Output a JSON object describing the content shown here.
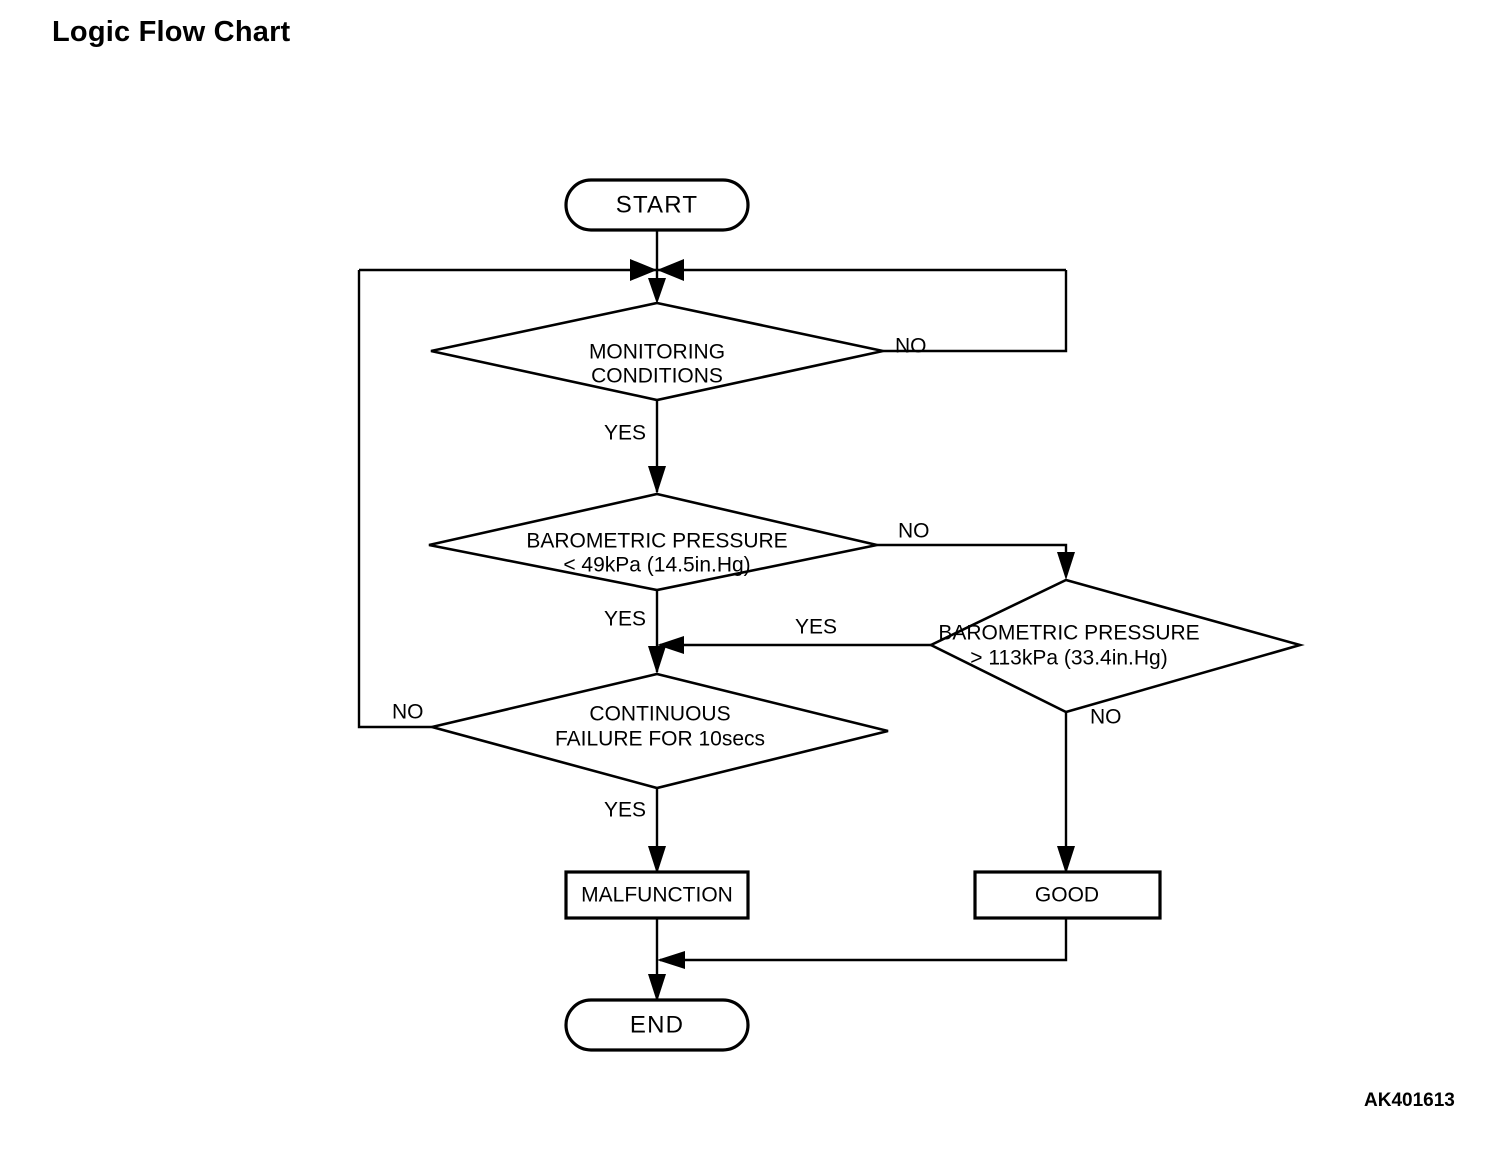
{
  "page": {
    "title": "Logic Flow Chart",
    "figure_code": "AK401613",
    "background_color": "#ffffff",
    "line_color": "#000000"
  },
  "chart_data": {
    "type": "diagram",
    "diagram_kind": "flowchart",
    "title": "Logic Flow Chart",
    "nodes": [
      {
        "id": "start",
        "shape": "terminator",
        "text": "START"
      },
      {
        "id": "monitoring",
        "shape": "decision",
        "line1": "MONITORING",
        "line2": "CONDITIONS"
      },
      {
        "id": "baro_low",
        "shape": "decision",
        "line1": "BAROMETRIC PRESSURE",
        "line2": "< 49kPa (14.5in.Hg)"
      },
      {
        "id": "baro_high",
        "shape": "decision",
        "line1": "BAROMETRIC PRESSURE",
        "line2": "> 113kPa (33.4in.Hg)"
      },
      {
        "id": "cont_failure",
        "shape": "decision",
        "line1": "CONTINUOUS",
        "line2": "FAILURE FOR 10secs"
      },
      {
        "id": "malfunction",
        "shape": "process",
        "text": "MALFUNCTION"
      },
      {
        "id": "good",
        "shape": "process",
        "text": "GOOD"
      },
      {
        "id": "end",
        "shape": "terminator",
        "text": "END"
      }
    ],
    "edges": [
      {
        "from": "start",
        "to": "monitoring",
        "label": ""
      },
      {
        "from": "monitoring",
        "to": "baro_low",
        "label": "YES"
      },
      {
        "from": "monitoring",
        "to": "monitoring",
        "label": "NO"
      },
      {
        "from": "baro_low",
        "to": "cont_failure",
        "label": "YES"
      },
      {
        "from": "baro_low",
        "to": "baro_high",
        "label": "NO"
      },
      {
        "from": "baro_high",
        "to": "cont_failure",
        "label": "YES"
      },
      {
        "from": "baro_high",
        "to": "good",
        "label": "NO"
      },
      {
        "from": "cont_failure",
        "to": "malfunction",
        "label": "YES"
      },
      {
        "from": "cont_failure",
        "to": "monitoring",
        "label": "NO"
      },
      {
        "from": "malfunction",
        "to": "end",
        "label": ""
      },
      {
        "from": "good",
        "to": "end",
        "label": ""
      }
    ]
  },
  "labels": {
    "monitoring_no": "NO",
    "monitoring_yes": "YES",
    "baro_low_no": "NO",
    "baro_low_yes": "YES",
    "baro_high_yes": "YES",
    "baro_high_no": "NO",
    "cont_failure_no": "NO",
    "cont_failure_yes": "YES"
  }
}
